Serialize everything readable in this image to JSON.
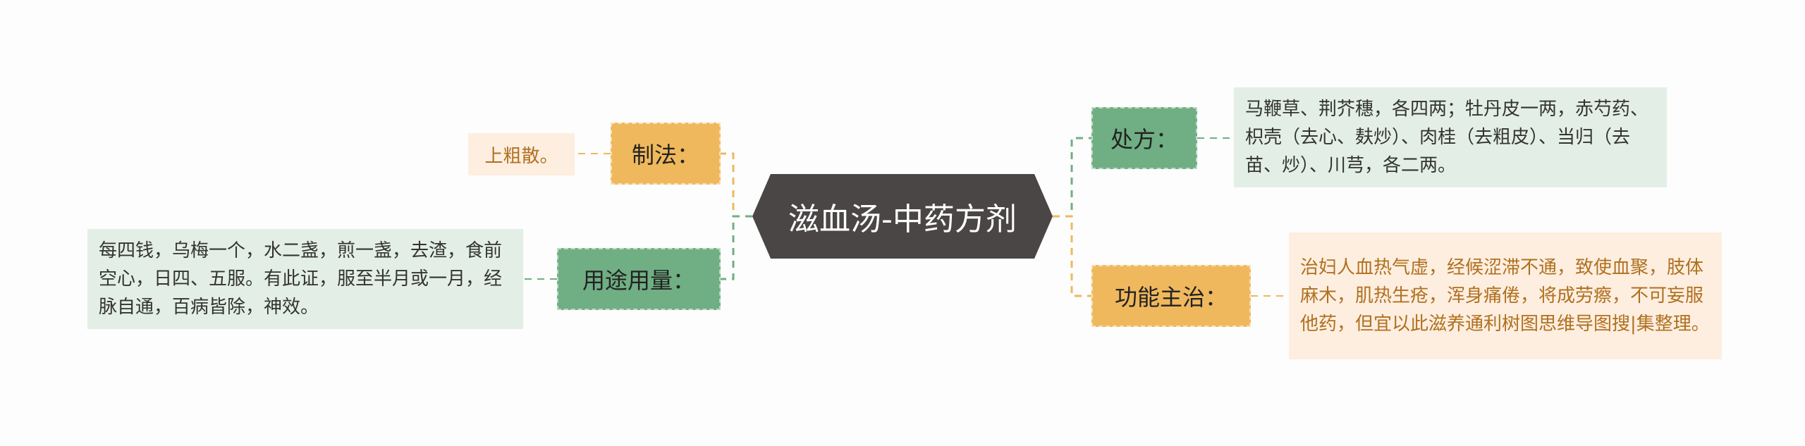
{
  "root": {
    "title": "滋血汤-中药方剂"
  },
  "branches": {
    "zhifa": {
      "label": "制法：",
      "leaf": "上粗散。"
    },
    "yongtu": {
      "label": "用途用量：",
      "leaf": "每四钱，乌梅一个，水二盏，煎一盏，去渣，食前空心，日四、五服。有此证，服至半月或一月，经脉自通，百病皆除，神效。"
    },
    "chufang": {
      "label": "处方：",
      "leaf": "马鞭草、荆芥穗，各四两；牡丹皮一两，赤芍药、枳壳（去心、麸炒）、肉桂（去粗皮）、当归（去苗、炒）、川芎，各二两。"
    },
    "gongneng": {
      "label": "功能主治：",
      "leaf": "治妇人血热气虚，经候涩滞不通，致使血聚，肢体麻木，肌热生疮，浑身痛倦，将成劳瘵，不可妄服他药，但宜以此滋养通利树图思维导图搜|集整理。"
    }
  },
  "colors": {
    "root_bg": "#4a4646",
    "green": "#70ae83",
    "orange": "#f0b85d",
    "leaf_green_bg": "#e3efe6",
    "leaf_orange_bg": "#fdeee0",
    "leaf_orange_text": "#b0701e"
  }
}
